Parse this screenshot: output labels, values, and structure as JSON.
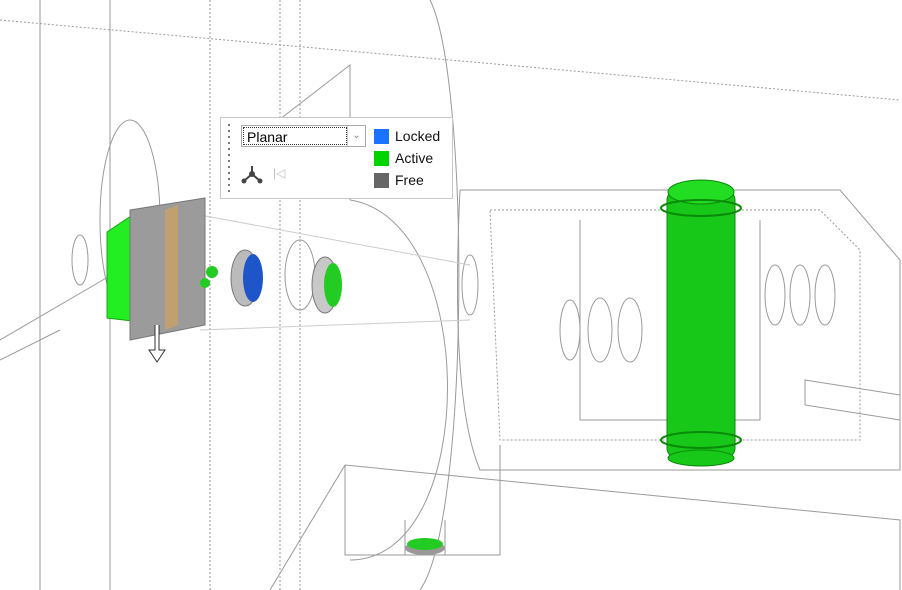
{
  "dof_panel": {
    "mode_select": {
      "value": "Planar"
    },
    "icons": [
      "triad-icon",
      "step-back-icon"
    ],
    "legend": [
      {
        "label": "Locked",
        "color": "#1a73ff"
      },
      {
        "label": "Active",
        "color": "#00d400"
      },
      {
        "label": "Free",
        "color": "#666666"
      }
    ]
  }
}
